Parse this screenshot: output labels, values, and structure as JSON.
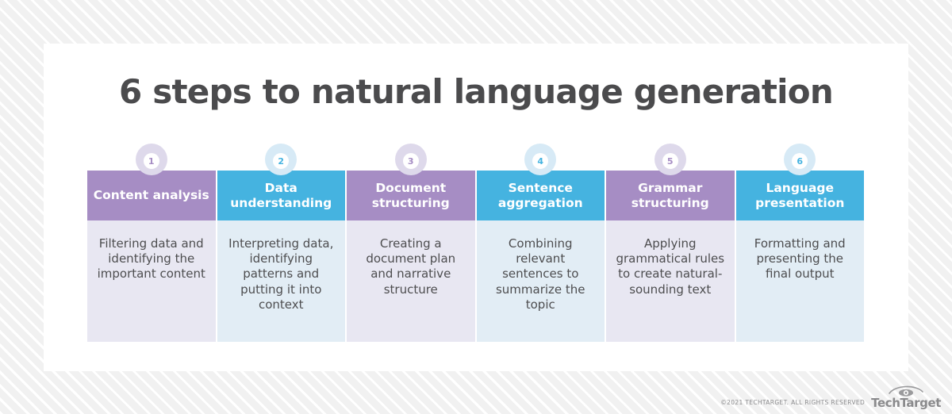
{
  "page": {
    "title": "6 steps to natural language generation"
  },
  "colors": {
    "purple": "#a68dc4",
    "blue": "#45b3e0",
    "purple_tint": "#e8e7f2",
    "blue_tint": "#e2edf5",
    "purple_halo": "#ded9eb",
    "blue_halo": "#d7eaf6",
    "title_gray": "#4b4b4d",
    "body_gray": "#4d4d4f",
    "footer_gray": "#8c8c8e",
    "card_background": "#ffffff",
    "canvas_background": "#f2f2f2"
  },
  "steps": [
    {
      "number": "1",
      "heading": "Content analysis",
      "body": "Filtering data and identifying the important content",
      "accent": "#a68dc4",
      "tint": "#e8e7f2",
      "halo": "#ded9eb"
    },
    {
      "number": "2",
      "heading": "Data understanding",
      "body": "Interpreting data, identifying patterns and putting it into context",
      "accent": "#45b3e0",
      "tint": "#e2edf5",
      "halo": "#d7eaf6"
    },
    {
      "number": "3",
      "heading": "Document structuring",
      "body": "Creating a document plan and narrative structure",
      "accent": "#a68dc4",
      "tint": "#e8e7f2",
      "halo": "#ded9eb"
    },
    {
      "number": "4",
      "heading": "Sentence aggregation",
      "body": "Combining relevant sentences to summarize the topic",
      "accent": "#45b3e0",
      "tint": "#e2edf5",
      "halo": "#d7eaf6"
    },
    {
      "number": "5",
      "heading": "Grammar structuring",
      "body": "Applying grammatical rules to create natural-sounding text",
      "accent": "#a68dc4",
      "tint": "#e8e7f2",
      "halo": "#ded9eb"
    },
    {
      "number": "6",
      "heading": "Language presentation",
      "body": "Formatting and presenting the final output",
      "accent": "#45b3e0",
      "tint": "#e2edf5",
      "halo": "#d7eaf6"
    }
  ],
  "footer": {
    "copyright": "©2021 TECHTARGET. ALL RIGHTS RESERVED",
    "brand_name": "TechTarget",
    "brand_icon": "eye-icon"
  }
}
